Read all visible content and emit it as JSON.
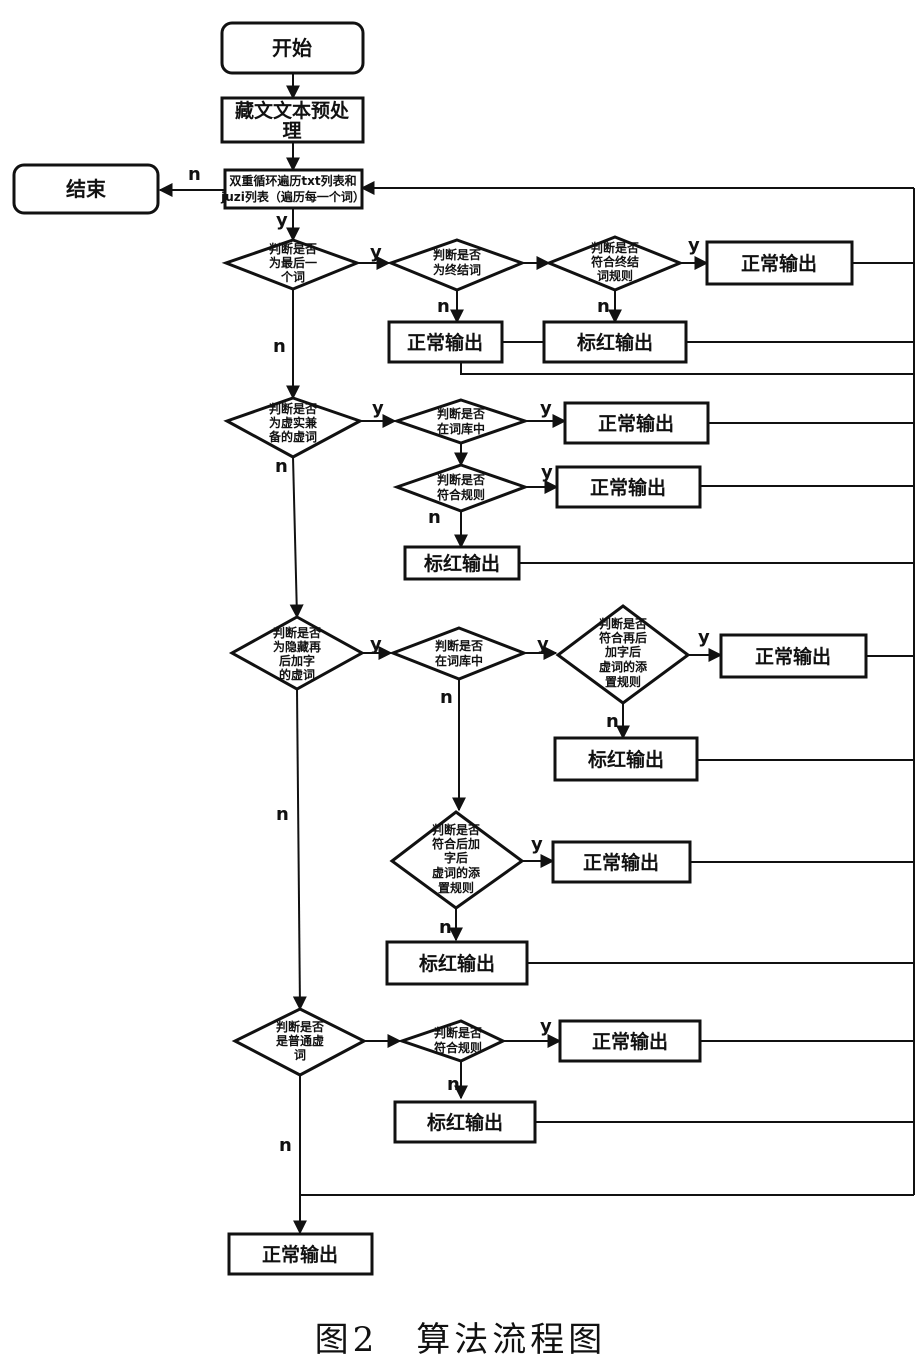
{
  "caption": "图2　算法流程图",
  "nodes": {
    "start": "开始",
    "preprocess": [
      "藏文文本预处",
      "理"
    ],
    "loop": [
      "双重循环遍历txt列表和",
      "juzi列表（遍历每一个词）"
    ],
    "end": "结束",
    "d_last": [
      "判断是否",
      "为最后一",
      "个词"
    ],
    "d_term": [
      "判断是否",
      "为终结词"
    ],
    "d_term_rule": [
      "判断是否",
      "符合终结",
      "词规则"
    ],
    "d_virtual": [
      "判断是否",
      "为虚实兼",
      "备的虚词"
    ],
    "d_lib1": [
      "判断是否",
      "在词库中"
    ],
    "d_rule1": [
      "判断是否",
      "符合规则"
    ],
    "d_hidden": [
      "判断是否",
      "为隐藏再",
      "后加字",
      "的虚词"
    ],
    "d_lib2": [
      "判断是否",
      "在词库中"
    ],
    "d_suffix1": [
      "判断是否",
      "符合再后",
      "加字后",
      "虚词的添",
      "置规则"
    ],
    "d_suffix2": [
      "判断是否",
      "符合后加",
      "字后",
      "虚词的添",
      "置规则"
    ],
    "d_common": [
      "判断是否",
      "是普通虚",
      "词"
    ],
    "d_rule2": [
      "判断是否",
      "符合规则"
    ],
    "out_normal": "正常输出",
    "out_red": "标红输出"
  },
  "edge_labels": {
    "yes": "y",
    "no": "n"
  }
}
